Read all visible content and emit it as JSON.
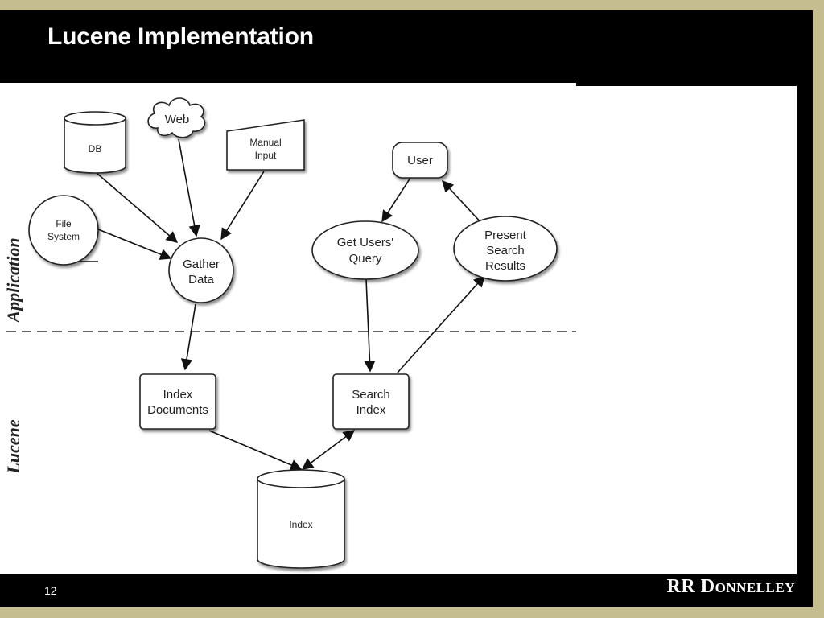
{
  "slide": {
    "title": "Lucene Implementation",
    "page_number": "12",
    "logo_text": "RR Donnelley"
  },
  "lanes": {
    "application": "Application",
    "lucene": "Lucene"
  },
  "nodes": {
    "db": "DB",
    "web": "Web",
    "manual_input": [
      "Manual",
      "Input"
    ],
    "file_system": [
      "File",
      "System"
    ],
    "gather_data": [
      "Gather",
      "Data"
    ],
    "user": "User",
    "get_users_query": [
      "Get Users'",
      "Query"
    ],
    "present_search_results": [
      "Present",
      "Search",
      "Results"
    ],
    "index_documents": [
      "Index",
      "Documents"
    ],
    "search_index": [
      "Search",
      "Index"
    ],
    "index": "Index"
  }
}
